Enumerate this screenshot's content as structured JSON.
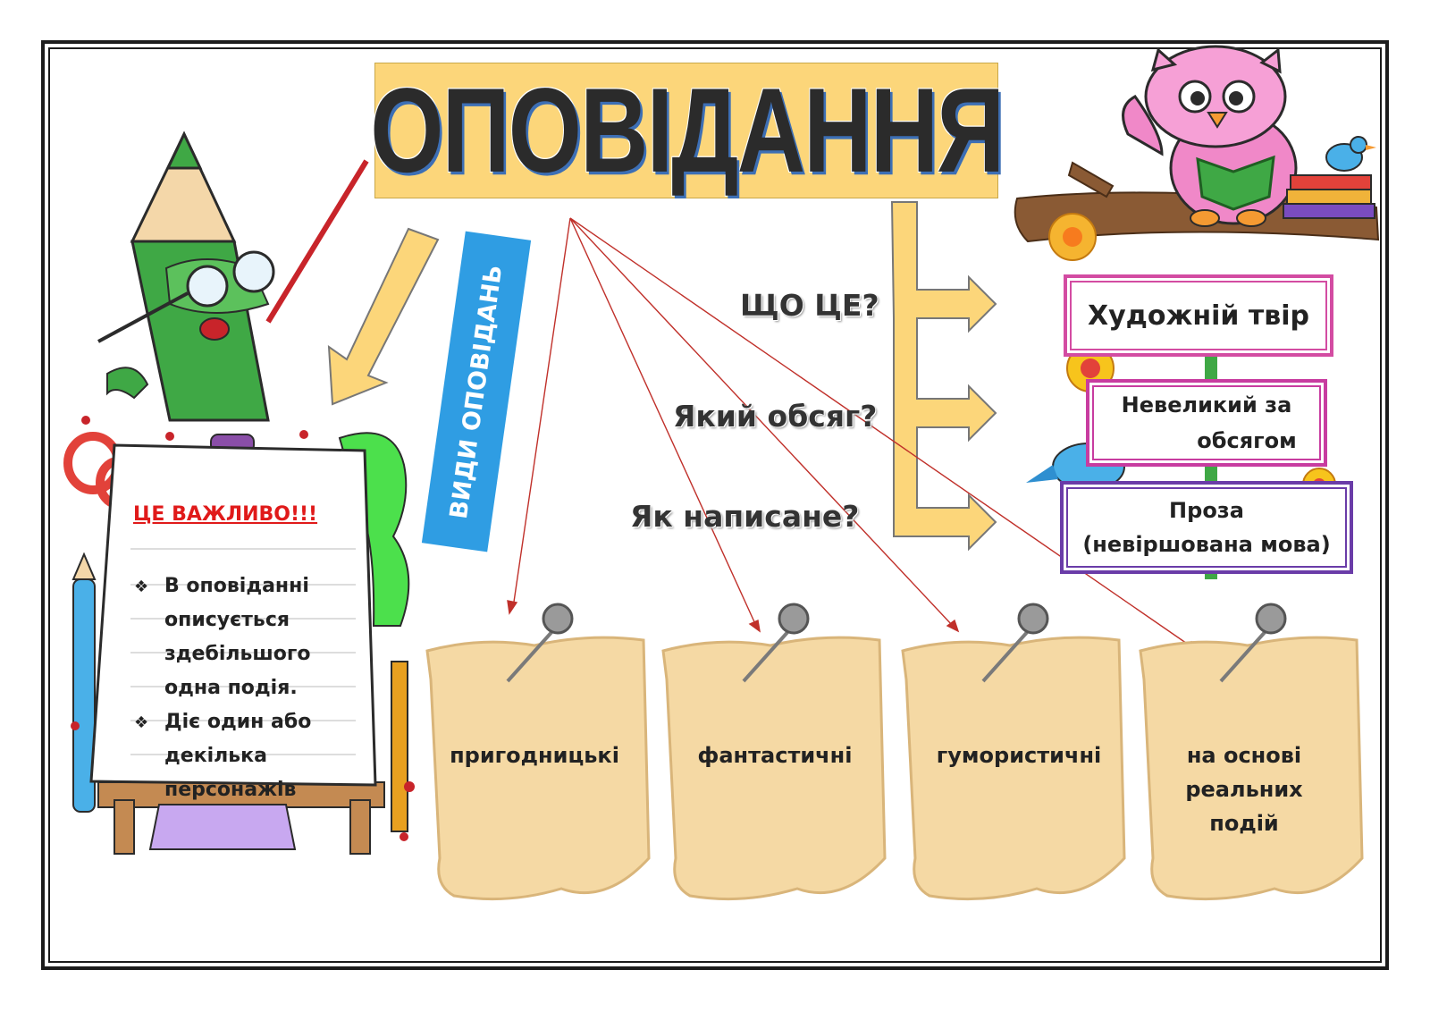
{
  "title": "ОПОВІДАННЯ",
  "types_label": "ВИДИ ОПОВІДАНЬ",
  "questions": [
    "ЩО ЦЕ?",
    "Який обсяг?",
    "Як написане?"
  ],
  "answers": {
    "what": "Художній твір",
    "size": [
      "Невеликий за",
      "обсягом"
    ],
    "form": [
      "Проза",
      "(невіршована мова)"
    ]
  },
  "note": {
    "heading": "ЦЕ  ВАЖЛИВО!!!",
    "bullet_icon": "diamond-bullet-icon",
    "lines": [
      {
        "bullet": true,
        "text": "В оповіданні"
      },
      {
        "bullet": false,
        "text": "описується"
      },
      {
        "bullet": false,
        "text": "здебільшого"
      },
      {
        "bullet": false,
        "text": "одна подія."
      },
      {
        "bullet": true,
        "text": "Діє один або"
      },
      {
        "bullet": false,
        "text": "декілька"
      },
      {
        "bullet": false,
        "text": "персонажів"
      }
    ]
  },
  "story_types": [
    [
      "пригодницькі"
    ],
    [
      "фантастичні"
    ],
    [
      "гумористичні"
    ],
    [
      "на основі",
      "реальних",
      "подій"
    ]
  ],
  "colors": {
    "title_bg": "#fcd67a",
    "types_box": "#2f9de3",
    "arrow_fill": "#fcd67a",
    "connector_lines": "#c0302a",
    "note_heading": "#e01a1a",
    "sign_pink": "#d34ca2",
    "sign_purple": "#6a3ca8",
    "scroll_paper": "#f5d9a4"
  },
  "icons": [
    "pencil-teacher-icon",
    "owl-reading-icon",
    "blue-bird-icon",
    "flower-icon",
    "book-stack-icon",
    "pushpin-icon",
    "easel-board-icon"
  ]
}
